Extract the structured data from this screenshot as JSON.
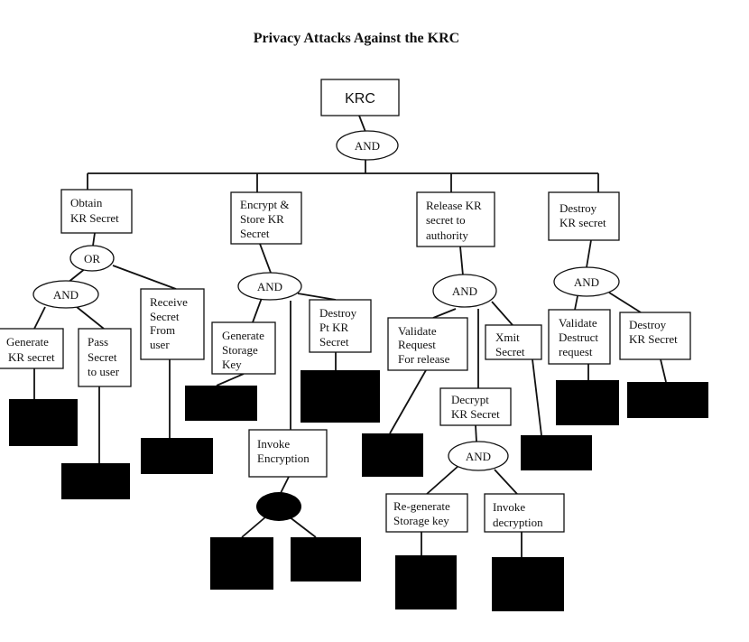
{
  "title": "Privacy Attacks Against the KRC",
  "root": "KRC",
  "gates": {
    "root_and": "AND",
    "obtain_or": "OR",
    "obtain_and": "AND",
    "encrypt_and": "AND",
    "release_and": "AND",
    "destroy_and": "AND",
    "decrypt_and": "AND"
  },
  "nodes": {
    "obtain": [
      "Obtain",
      "KR Secret"
    ],
    "encrypt_store": [
      "Encrypt &",
      "Store KR",
      "Secret"
    ],
    "release": [
      "Release KR",
      "secret to",
      "authority"
    ],
    "destroy": [
      "Destroy",
      "KR secret"
    ],
    "generate_kr": [
      "Generate",
      "KR secret"
    ],
    "pass_secret": [
      "Pass",
      "Secret",
      "to user"
    ],
    "receive_secret": [
      "Receive",
      "Secret",
      "From",
      "user"
    ],
    "generate_storage": [
      "Generate",
      "Storage",
      "Key"
    ],
    "destroy_pt": [
      "Destroy",
      "Pt KR",
      "Secret"
    ],
    "invoke_encryption": [
      "Invoke",
      "Encryption"
    ],
    "validate_request": [
      "Validate",
      "Request",
      "For release"
    ],
    "xmit_secret": [
      "Xmit",
      "Secret"
    ],
    "decrypt_kr": [
      "Decrypt",
      "KR Secret"
    ],
    "regenerate": [
      "Re-generate",
      "Storage key"
    ],
    "invoke_decryption": [
      "Invoke",
      "decryption"
    ],
    "validate_destruct": [
      "Validate",
      "Destruct",
      "request"
    ],
    "destroy_kr2": [
      "Destroy",
      "KR Secret"
    ]
  }
}
